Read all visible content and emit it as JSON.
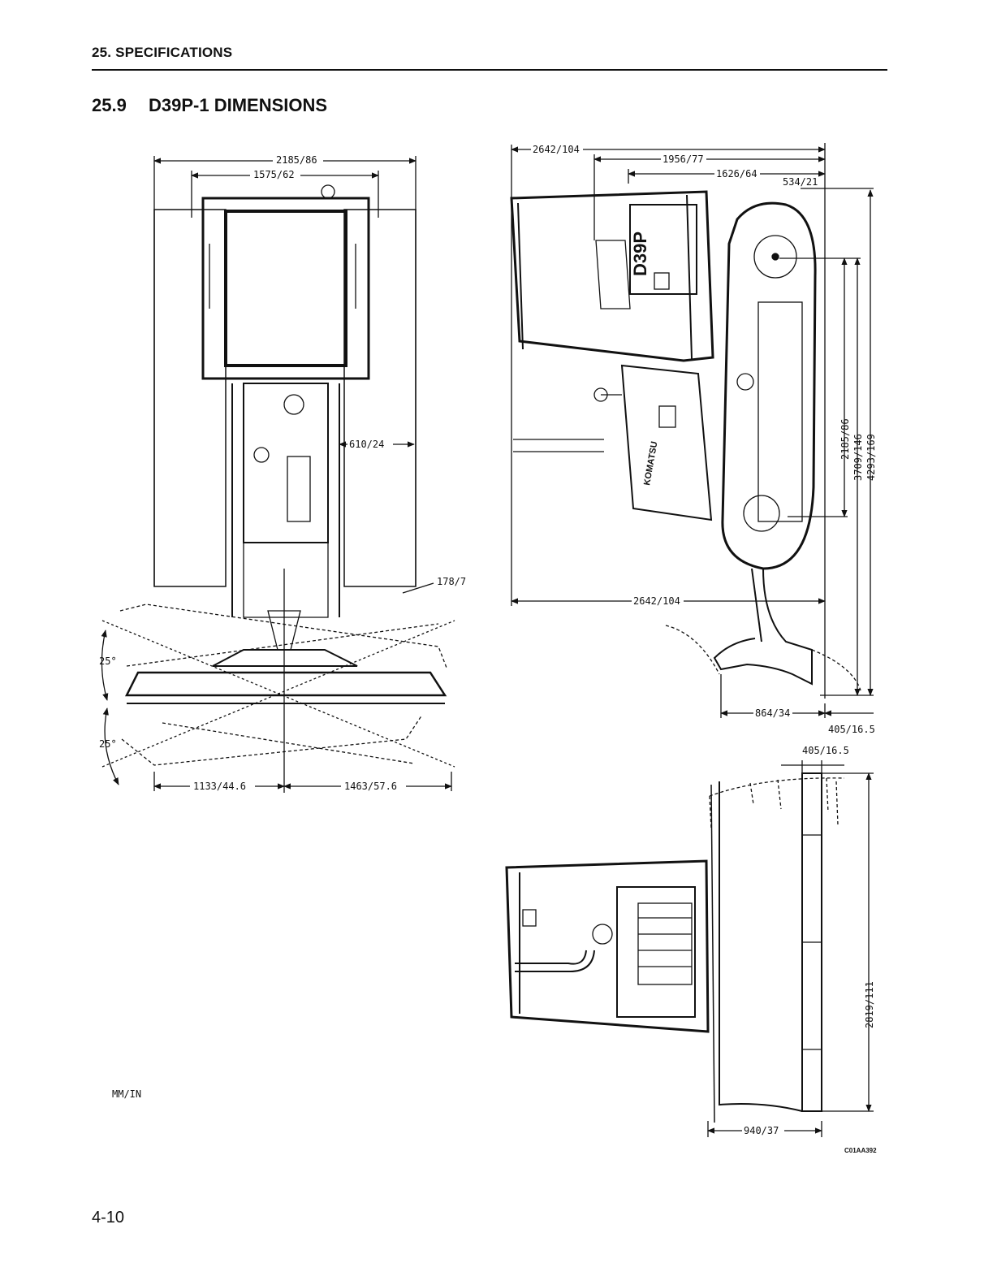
{
  "header": {
    "section": "25. SPECIFICATIONS"
  },
  "title": {
    "number": "25.9",
    "text": "D39P-1 DIMENSIONS"
  },
  "front_view": {
    "width_overall": "2185/86",
    "width_inner": "1575/62",
    "track_width": "610/24",
    "ground_clearance": "178/7",
    "tilt_up": "25°",
    "tilt_down": "25°",
    "blade_left": "1133/44.6",
    "blade_right": "1463/57.6"
  },
  "side_view": {
    "length_top": "2642/104",
    "length_1956": "1956/77",
    "length_1626": "1626/64",
    "length_534": "534/21",
    "length_bottom": "2642/104",
    "height_2185": "2185/86",
    "height_3709": "3709/146",
    "height_4293": "4293/169",
    "blade_reach": "864/34",
    "blade_offset": "405/16.5",
    "model_label": "D39P",
    "brand_label": "KOMATSU"
  },
  "top_view": {
    "blade_offset": "405/16.5",
    "blade_width": "2819/111",
    "depth": "940/37"
  },
  "units": "MM/IN",
  "figure_code": "C01AA392",
  "page_number": "4-10"
}
